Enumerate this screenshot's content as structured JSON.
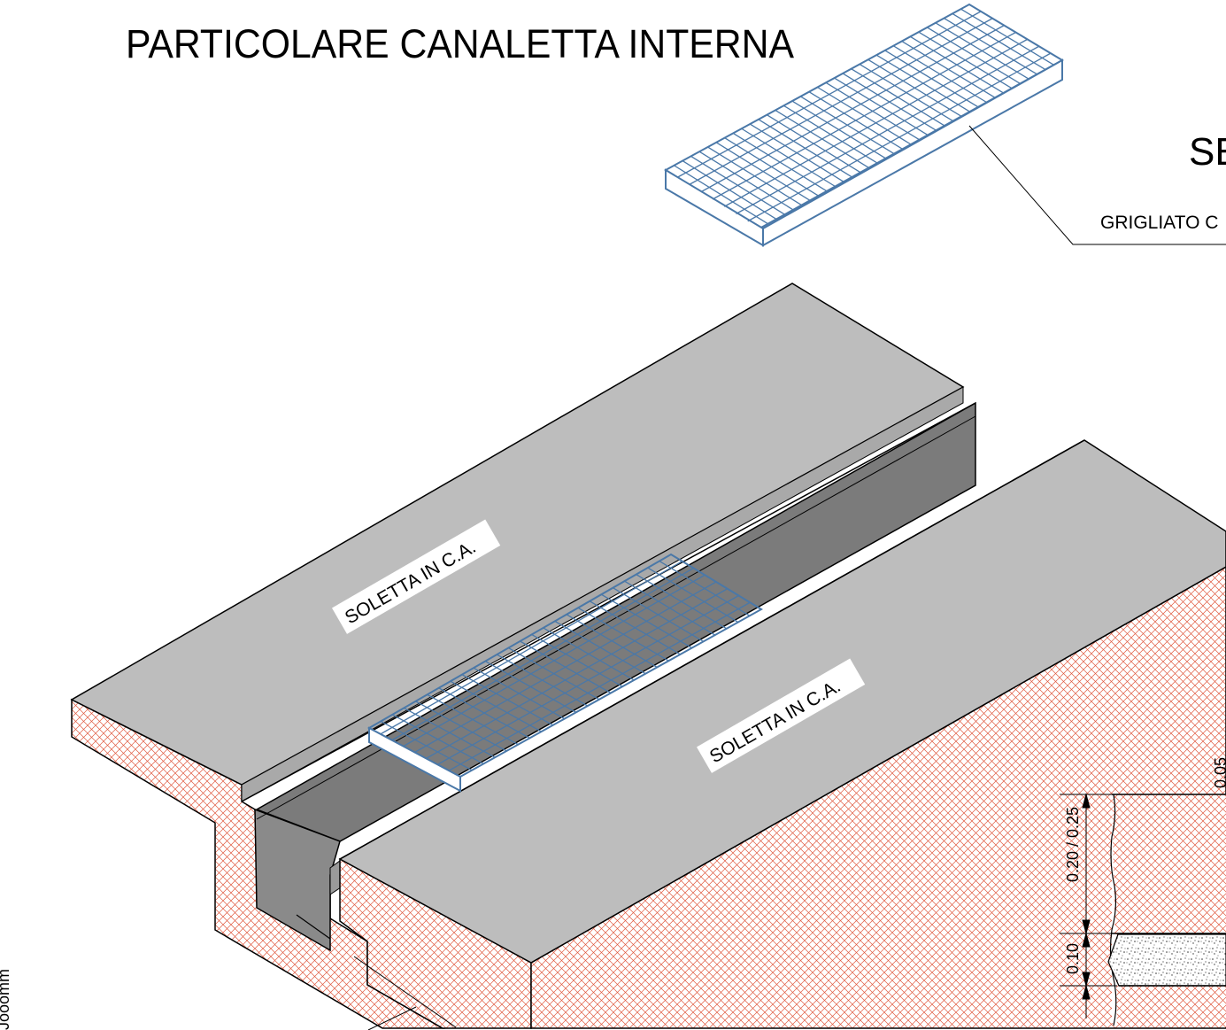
{
  "title": "PARTICOLARE CANALETTA INTERNA",
  "section_heading_partial": "SE",
  "grating_callout_partial": "GRIGLIATO C",
  "slab_labels": [
    "SOLETTA IN C.A.",
    "SOLETTA IN C.A."
  ],
  "dimensions": {
    "upper_layer": "0.20 / 0.25",
    "lower_layer": "0.10",
    "top_partial": "0.05"
  },
  "edge_text_partial": "Jooomm",
  "colors": {
    "slab_top": "#bdbdbd",
    "channel_dark": "#808080",
    "hatch_red": "#e05a40",
    "grating_blue": "#4a78a8"
  }
}
